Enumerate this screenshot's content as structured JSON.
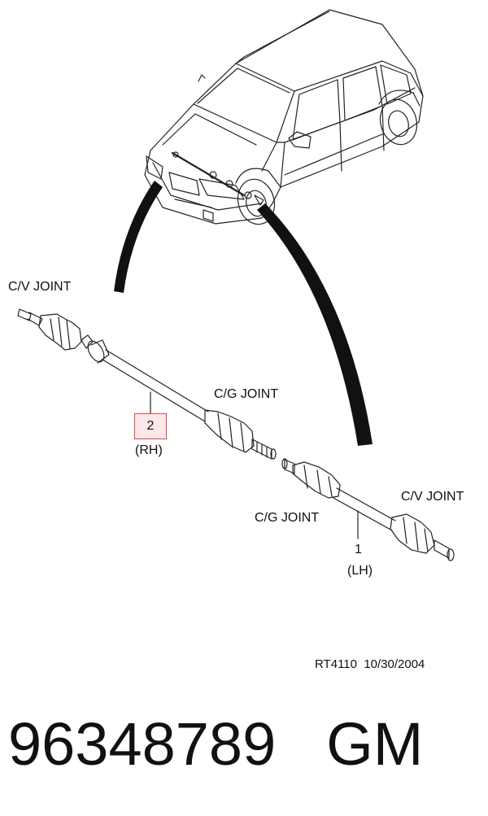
{
  "labels": {
    "cv_joint_top": "C/V JOINT",
    "cg_joint_rh": "C/G JOINT",
    "cv_joint_lh": "C/V JOINT",
    "cg_joint_lh": "C/G JOINT"
  },
  "callouts": {
    "rh_number": "2",
    "rh_side": "(RH)",
    "lh_number": "1",
    "lh_side": "(LH)"
  },
  "reference": {
    "code": "RT4110",
    "date": "10/30/2004"
  },
  "footer": {
    "part_number": "96348789",
    "brand": "GM"
  },
  "colors": {
    "highlight_fill": "#fde7e8",
    "highlight_border": "#d9474f",
    "line": "#111111"
  }
}
